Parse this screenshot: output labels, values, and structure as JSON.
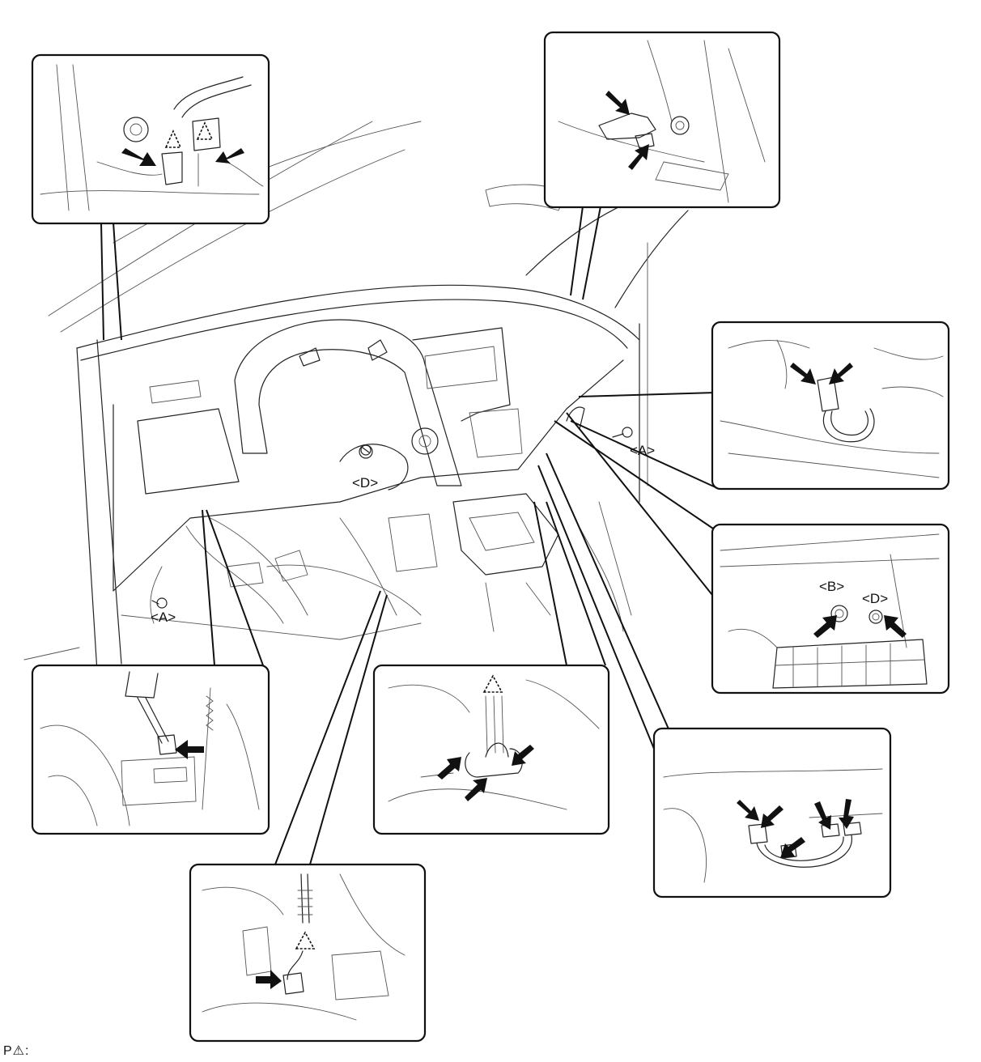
{
  "labels": {
    "a": "<A>",
    "b": "<B>",
    "d": "<D>"
  },
  "legend": {
    "prefix": "P",
    "symbol": "⚠",
    "suffix": ":"
  }
}
